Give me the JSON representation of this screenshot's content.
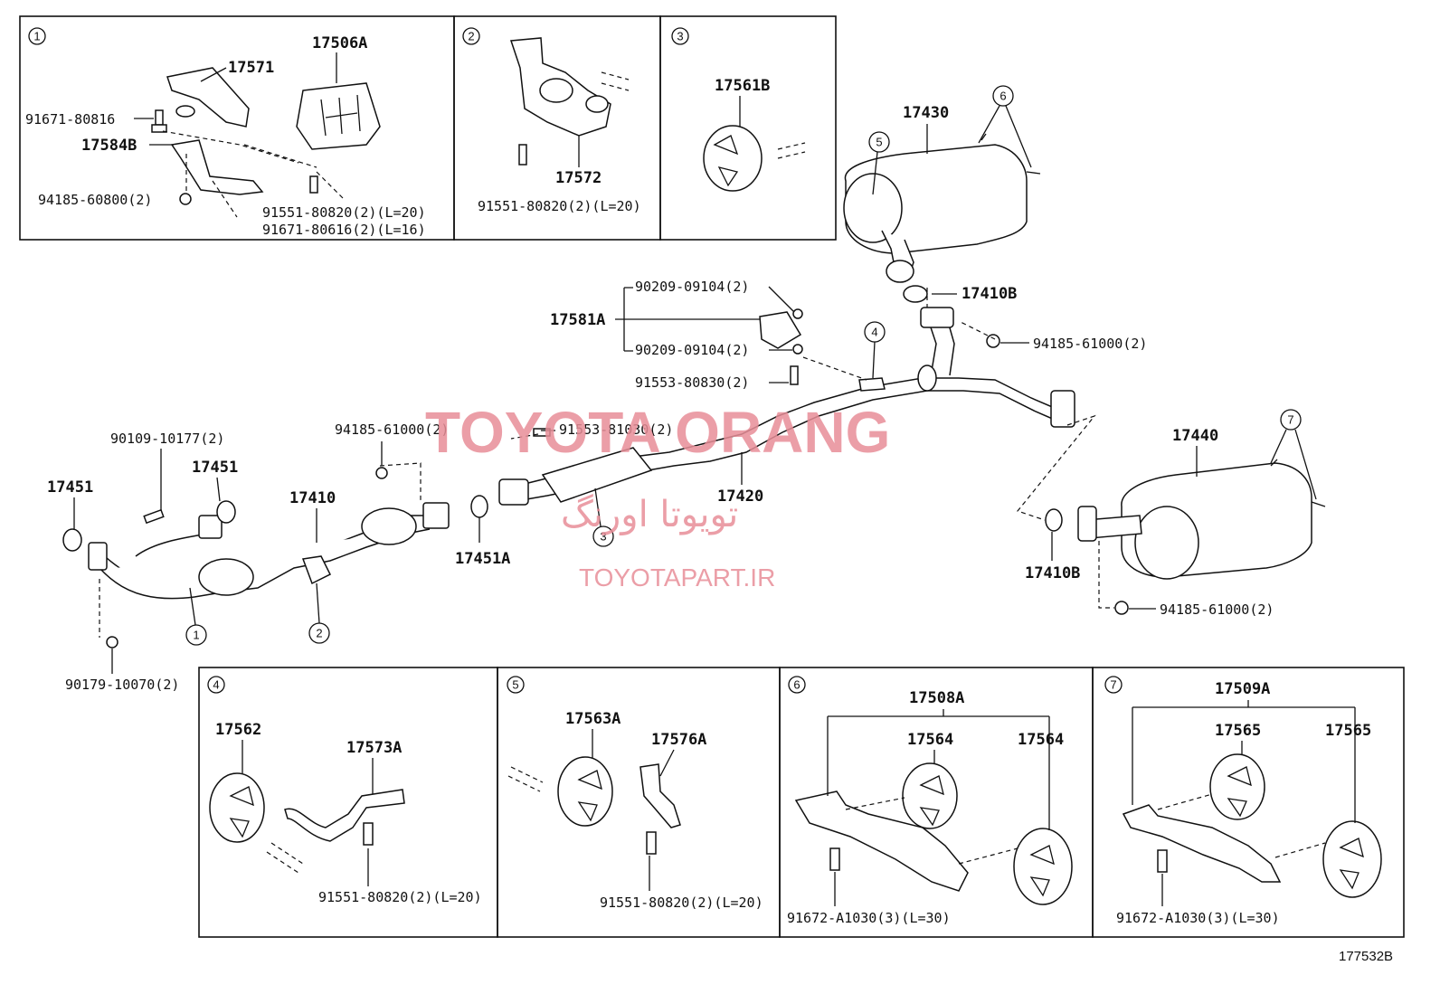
{
  "watermark": {
    "brand": "TOYOTA ORANG",
    "persian": "تویوتا اورنگ",
    "site": "TOYOTAPART.IR"
  },
  "diagram_code": "177532B",
  "boxes": {
    "b1": {
      "num": "1",
      "labels": [
        "17571",
        "17506A",
        "91671-80816",
        "17584B",
        "94185-60800(2)",
        "91551-80820(2)(L=20)",
        "91671-80616(2)(L=16)"
      ]
    },
    "b2": {
      "num": "2",
      "labels": [
        "17572",
        "91551-80820(2)(L=20)"
      ]
    },
    "b3": {
      "num": "3",
      "labels": [
        "17561B"
      ]
    },
    "b4": {
      "num": "4",
      "labels": [
        "17562",
        "17573A",
        "91551-80820(2)(L=20)"
      ]
    },
    "b5": {
      "num": "5",
      "labels": [
        "17563A",
        "17576A",
        "91551-80820(2)(L=20)"
      ]
    },
    "b6": {
      "num": "6",
      "labels": [
        "17508A",
        "17564",
        "17564",
        "91672-A1030(3)(L=30)"
      ]
    },
    "b7": {
      "num": "7",
      "labels": [
        "17509A",
        "17565",
        "17565",
        "91672-A1030(3)(L=30)"
      ]
    }
  },
  "main_labels": {
    "p17430": "17430",
    "p17410B_top": "17410B",
    "p94185_right_top": "94185-61000(2)",
    "p17581A": "17581A",
    "p90209_a": "90209-09104(2)",
    "p90209_b": "90209-09104(2)",
    "p91553_80830": "91553-80830(2)",
    "p94185_mid": "94185-61000(2)",
    "p91553_81030": "91553-81030(2)",
    "p17420": "17420",
    "p90109": "90109-10177(2)",
    "p17451_l": "17451",
    "p17451_r": "17451",
    "p17410": "17410",
    "p17451A": "17451A",
    "p17440": "17440",
    "p17410B_bot": "17410B",
    "p94185_right_bot": "94185-61000(2)",
    "p90179": "90179-10070(2)"
  },
  "callouts": [
    "1",
    "2",
    "3",
    "4",
    "5",
    "6",
    "7"
  ]
}
